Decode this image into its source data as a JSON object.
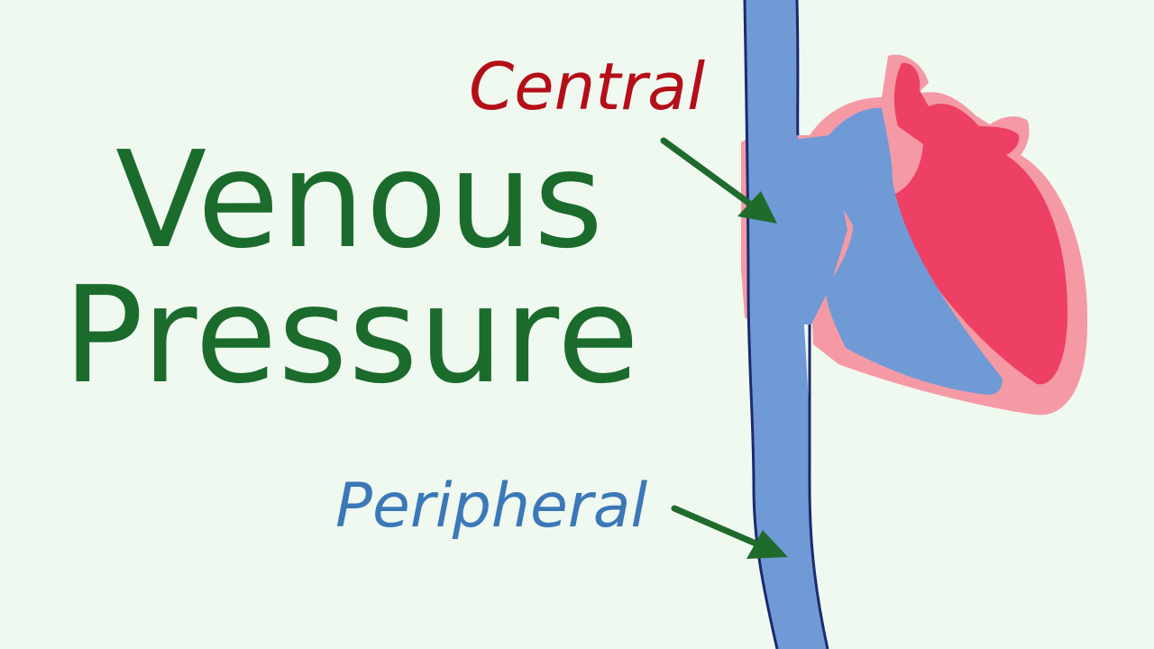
{
  "title": {
    "line1": "Venous",
    "line2": "Pressure"
  },
  "labels": {
    "central": "Central",
    "peripheral": "Peripheral"
  },
  "colors": {
    "background": "#f0f9f0",
    "title": "#1b6b2d",
    "central": "#b40f18",
    "peripheral": "#3a78b8",
    "arrow": "#1f6b2c",
    "vein": "#6f9ad6",
    "vein_outline": "#1c2a6e",
    "heart_outer": "#f59aa5",
    "heart_inner": "#ee4064"
  }
}
